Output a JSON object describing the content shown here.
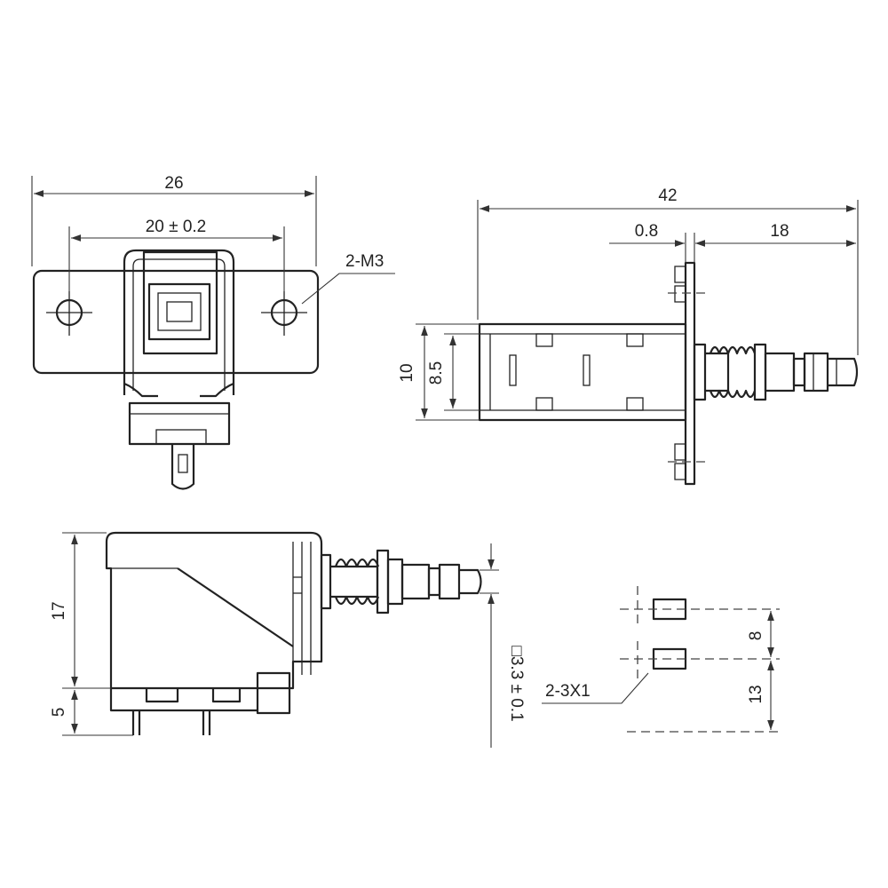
{
  "dimensions": {
    "overall_width": "26",
    "hole_spacing": "20 ± 0.2",
    "mounting_holes": "2-M3",
    "overall_length": "42",
    "flange_thickness": "0.8",
    "plunger_length": "18",
    "body_height": "10",
    "body_inner_height": "8.5",
    "side_height": "17",
    "pin_length": "5",
    "plunger_square": "□3.3 ± 0.1",
    "pin_spacing": "8",
    "pin_offset": "13",
    "pin_holes": "2-3X1"
  }
}
